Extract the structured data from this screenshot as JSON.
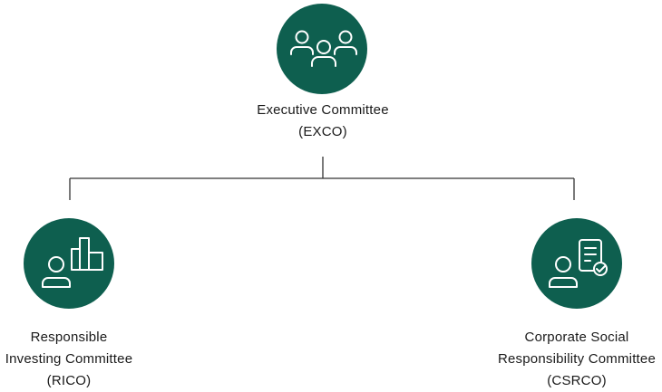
{
  "colors": {
    "circle_fill": "#0e5f4f",
    "icon_stroke": "#ffffff",
    "connector": "#333333",
    "text": "#1a1a1a"
  },
  "top_node": {
    "icon": "group-people-icon",
    "line1": "Executive Committee",
    "line2": "(EXCO)"
  },
  "left_node": {
    "icon": "person-bar-chart-icon",
    "line1": "Responsible",
    "line2": "Investing Committee",
    "line3": "(RICO)"
  },
  "right_node": {
    "icon": "person-checklist-icon",
    "line1": "Corporate Social",
    "line2": "Responsibility Committee",
    "line3": "(CSRCO)"
  }
}
